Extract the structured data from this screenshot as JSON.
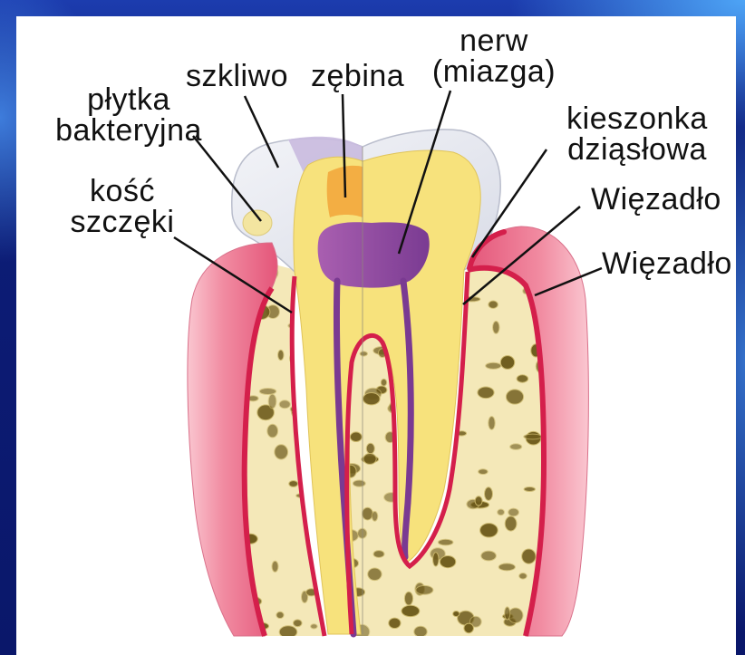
{
  "labels": {
    "nerw": [
      "nerw",
      "(miazga)"
    ],
    "szkliwo": [
      "szkliwo"
    ],
    "zebina": [
      "zębina"
    ],
    "plytka_bakteryjna": [
      "płytka",
      "bakteryjna"
    ],
    "kieszonka_dziaslowa": [
      "kieszonka",
      "dziąsłowa"
    ],
    "kosc_szczeki": [
      "kość",
      "szczęki"
    ],
    "wiezadlo_upper": [
      "Więzadło"
    ],
    "wiezadlo_lower": [
      "Więzadło"
    ]
  },
  "colors": {
    "bone": "#f4e8b8",
    "bone_spots": "#6e5b1c",
    "dentin": "#f7e27c",
    "dentin_cut": "#f2a53a",
    "enamel_cut": "#c9badf",
    "pulp_canal": "#7a3a92",
    "ligament": "#d41f4b",
    "plaque": "#f3e5a0",
    "leader_line": "#111111",
    "label_text": "#111111"
  }
}
